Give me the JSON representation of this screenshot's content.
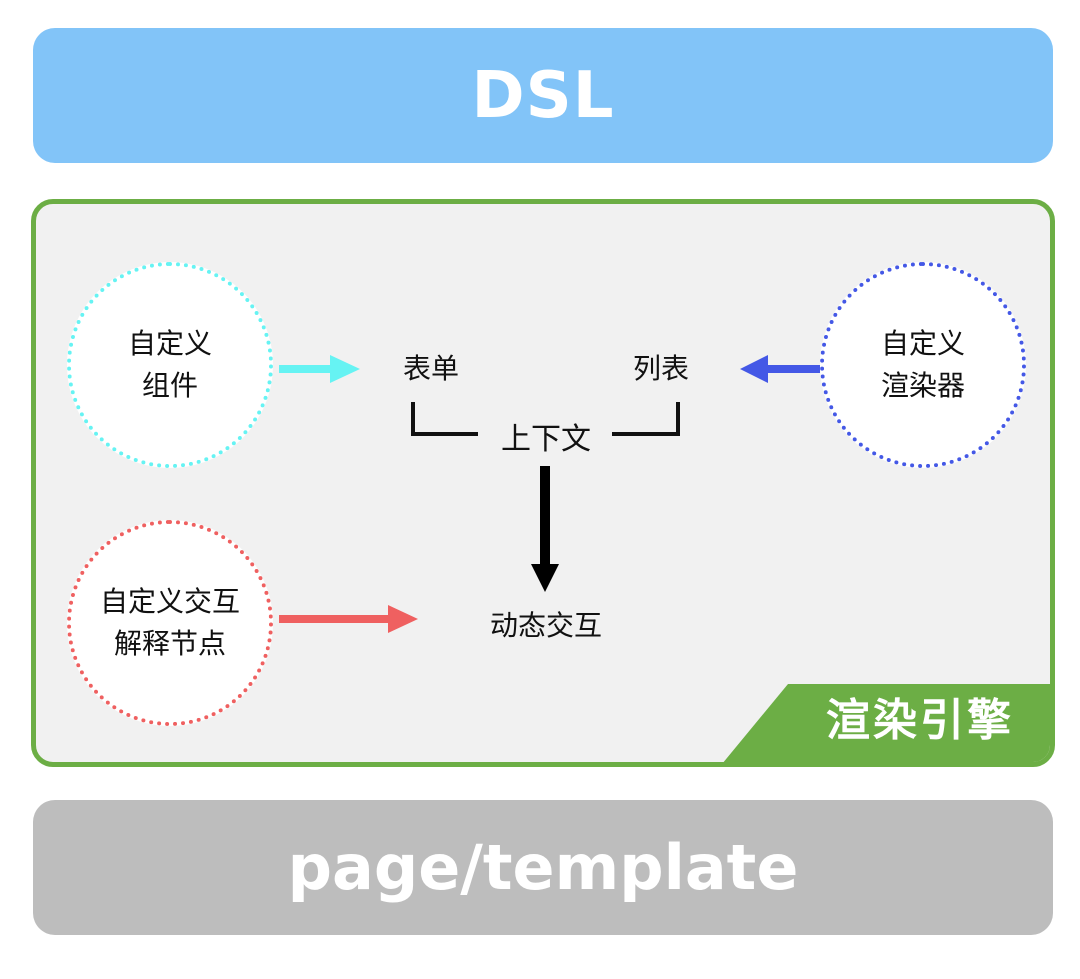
{
  "top_bar": {
    "label": "DSL"
  },
  "bottom_bar": {
    "label": "page/template"
  },
  "engine": {
    "label": "渲染引擎",
    "custom_component": {
      "line1": "自定义",
      "line2": "组件"
    },
    "custom_renderer": {
      "line1": "自定义",
      "line2": "渲染器"
    },
    "custom_interaction": {
      "line1": "自定义交互",
      "line2": "解释节点"
    },
    "form": "表单",
    "list": "列表",
    "context": "上下文",
    "dynamic_interaction": "动态交互"
  },
  "colors": {
    "dsl": "#82c4f8",
    "page": "#bdbdbd",
    "engine_border": "#6cae45",
    "engine_bg": "#f1f1f1",
    "form": "#66fafa",
    "list": "#a8b4fb",
    "dynamic": "#f96868",
    "cyan_arrow": "#66f3f3",
    "blue_arrow": "#4458e6",
    "red_arrow": "#ef6060"
  }
}
